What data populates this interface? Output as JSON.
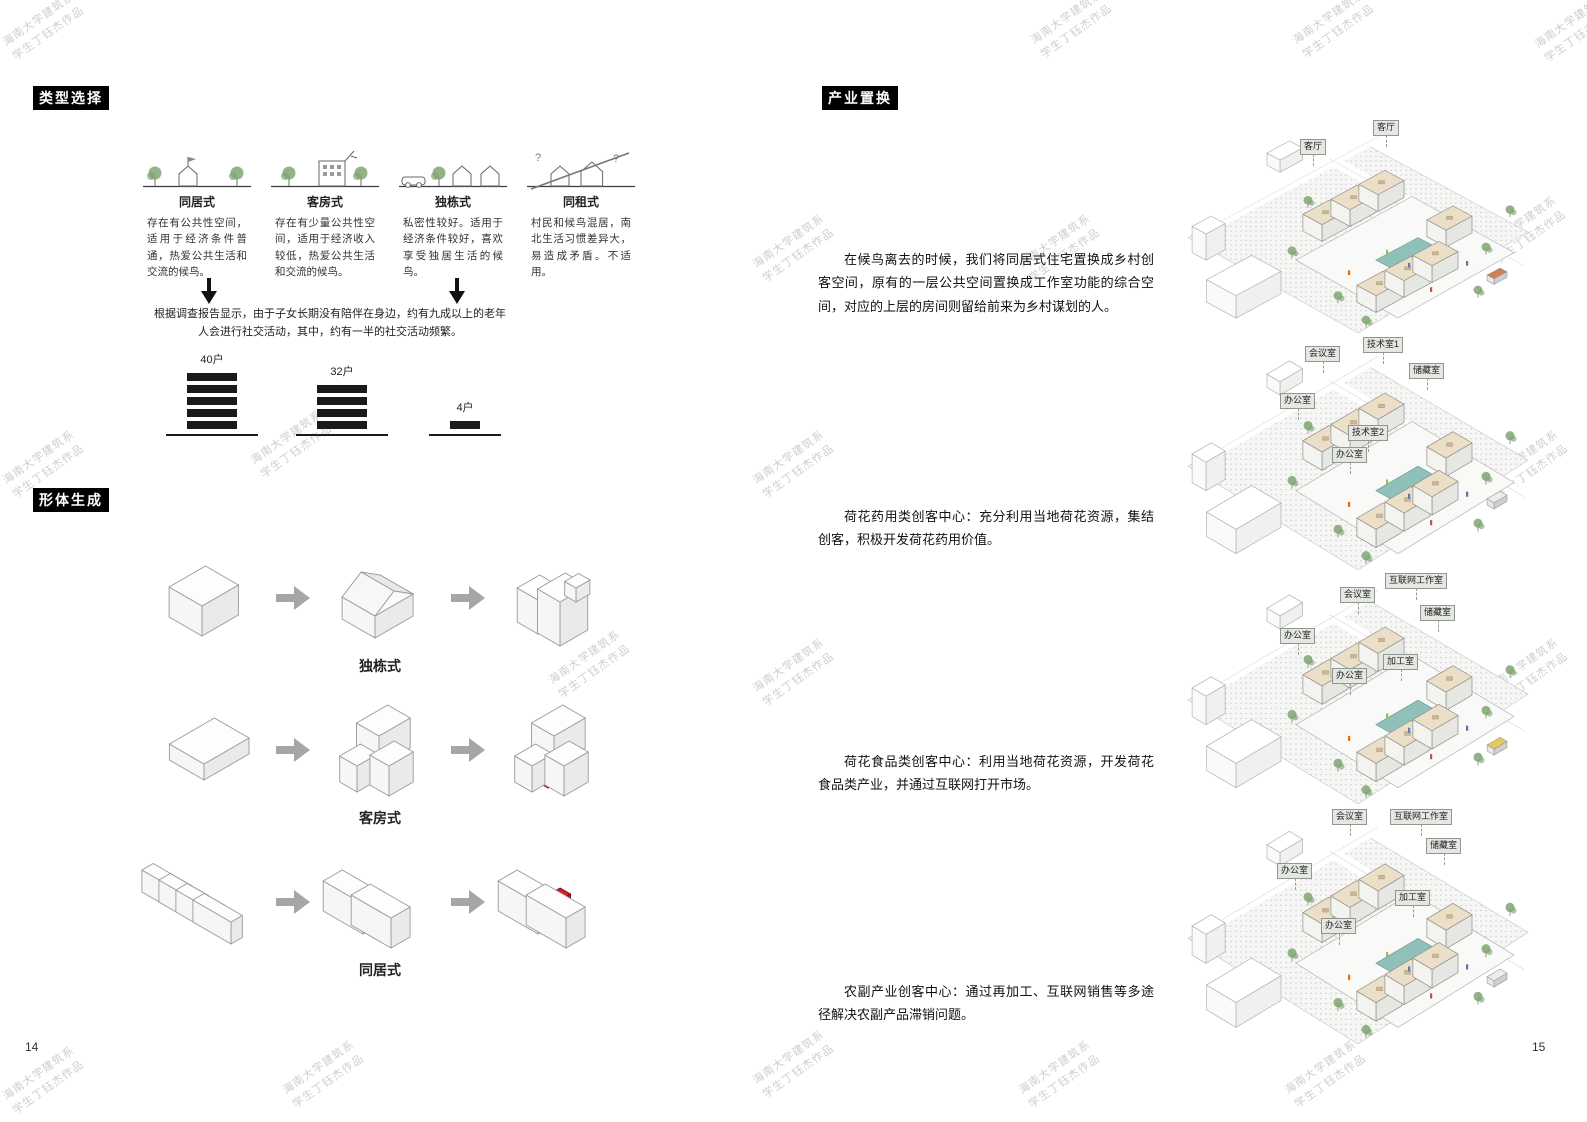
{
  "watermark": {
    "line1": "海南大学建筑系",
    "line2": "学生丁钰杰作品"
  },
  "colors": {
    "accent_red": "#c01515",
    "pool_teal": "#8fc0ba",
    "tree_green": "#7fa673",
    "label_chip_bg": "#e4e7e2",
    "bar_black": "#1a1a1a"
  },
  "icons": {
    "typology": [
      "houses-with-trees-icon",
      "apartment-building-icon",
      "car-and-houses-icon",
      "crossed-out-houses-icon"
    ],
    "down_arrow": "down-arrow-icon",
    "right_arrow": "right-arrow-icon"
  },
  "left_page": {
    "page_number": "14",
    "section1_title": "类型选择",
    "typologies": [
      {
        "name": "同居式",
        "desc": "存在有公共性空间，适用于经济条件普通，热爱公共生活和交流的候鸟。"
      },
      {
        "name": "客房式",
        "desc": "存在有少量公共性空间，适用于经济收入较低，热爱公共生活和交流的候鸟。"
      },
      {
        "name": "独栋式",
        "desc": "私密性较好。适用于经济条件较好，喜欢享受独居生活的候鸟。"
      },
      {
        "name": "同租式",
        "desc": "村民和候鸟混居，南北生活习惯差异大，易造成矛盾。不适用。"
      }
    ],
    "survey_text": "根据调查报告显示，由于子女长期没有陪伴在身边，约有九成以上的老年人会进行社交活动，其中，约有一半的社交活动频繁。",
    "chart": {
      "type": "bar",
      "bars": [
        {
          "label": "40户",
          "floors": 5
        },
        {
          "label": "32户",
          "floors": 4
        },
        {
          "label": "4户",
          "floors": 1
        }
      ]
    },
    "section2_title": "形体生成",
    "massing_rows": [
      {
        "label": "独栋式"
      },
      {
        "label": "客房式"
      },
      {
        "label": "同居式"
      }
    ]
  },
  "right_page": {
    "page_number": "15",
    "section_title": "产业置换",
    "intro": "在候鸟离去的时候，我们将同居式住宅置换成乡村创客空间，原有的一层公共空间置换成工作室功能的综合空间，对应的上层的房间则留给前来为乡村谋划的人。",
    "descriptions": [
      "荷花药用类创客中心：充分利用当地荷花资源，集结创客，积极开发荷花药用价值。",
      "荷花食品类创客中心：利用当地荷花资源，开发荷花食品类产业，并通过互联网打开市场。",
      "农副产业创客中心：通过再加工、互联网销售等多途径解决农副产品滞销问题。"
    ],
    "axons": [
      {
        "labels": [
          "客厅",
          "客厅"
        ]
      },
      {
        "labels": [
          "会议室",
          "技术室1",
          "储藏室",
          "办公室",
          "技术室2",
          "办公室"
        ]
      },
      {
        "labels": [
          "互联网工作室",
          "会议室",
          "储藏室",
          "办公室",
          "加工室",
          "办公室"
        ]
      },
      {
        "labels": [
          "会议室",
          "互联网工作室",
          "储藏室",
          "办公室",
          "加工室",
          "办公室"
        ]
      }
    ]
  }
}
